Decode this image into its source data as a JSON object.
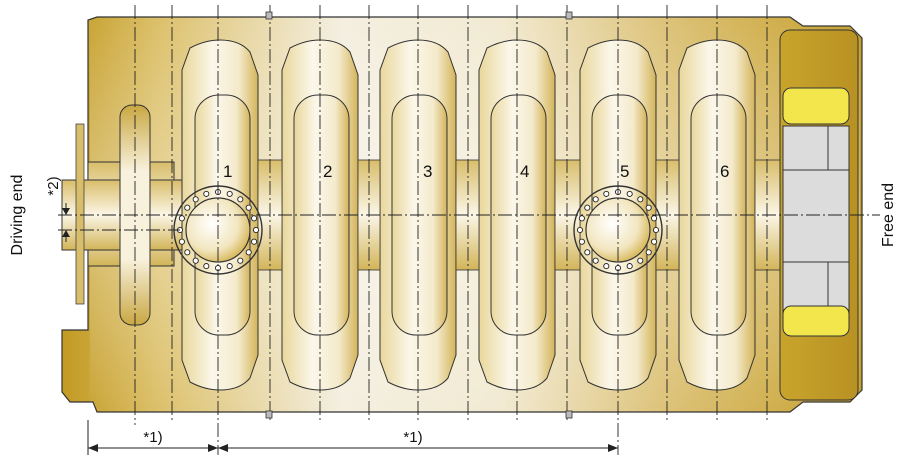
{
  "labels": {
    "driving_end": "Driving end",
    "free_end": "Free end",
    "note_1a": "*1)",
    "note_1b": "*1)",
    "note_2": "*2)"
  },
  "cylinders": [
    {
      "number": "1"
    },
    {
      "number": "2"
    },
    {
      "number": "3"
    },
    {
      "number": "4"
    },
    {
      "number": "5"
    },
    {
      "number": "6"
    }
  ],
  "colors": {
    "body_gold": "#c9a42c",
    "body_light": "#f3ecd6",
    "highlight_yellow": "#f3e64d",
    "outline": "#333333"
  }
}
